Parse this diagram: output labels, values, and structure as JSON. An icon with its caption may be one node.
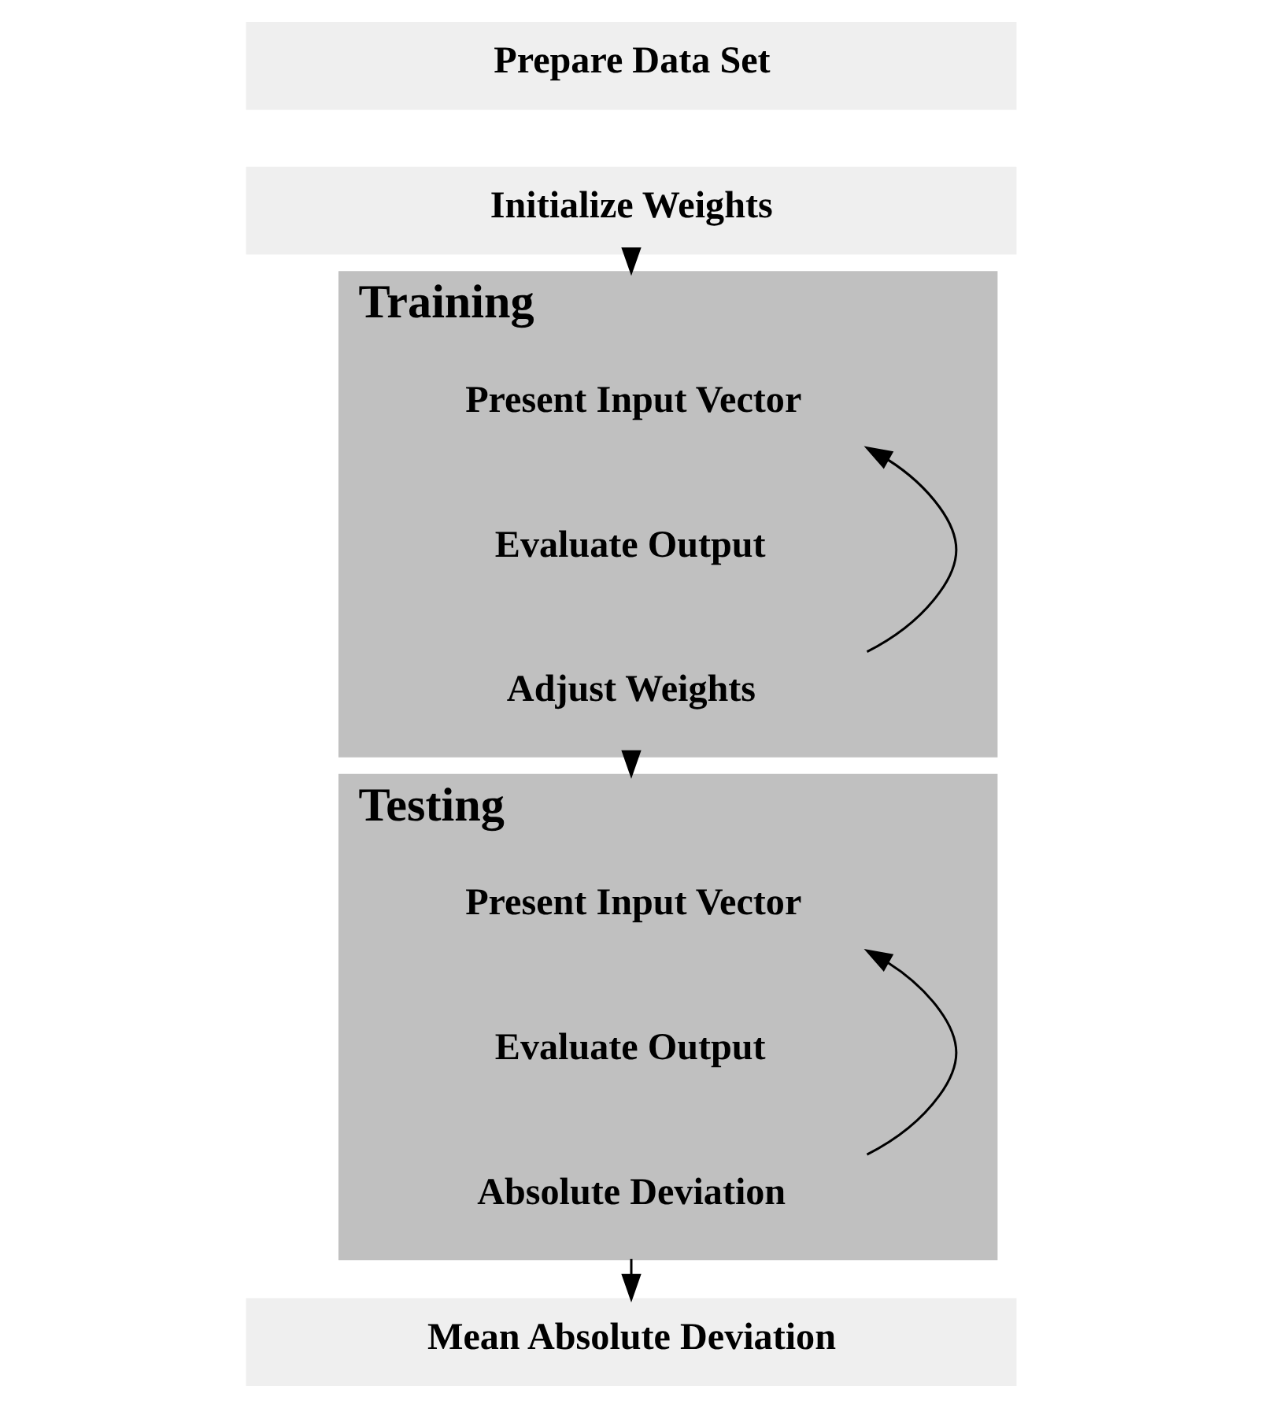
{
  "diagram": {
    "nodes": [
      {
        "text": [
          "Prepare Data Set"
        ]
      },
      {
        "text": [
          "Initialize Weights"
        ]
      },
      {
        "text": [
          "Training"
        ]
      },
      {
        "text": [
          "Present Input Vector"
        ],
        "in": 2
      },
      {
        "text": [
          "Evaluate Output"
        ],
        "in": 2
      },
      {
        "text": [
          "Adjust Weights"
        ],
        "in": 2
      },
      {
        "text": [
          "Testing"
        ]
      },
      {
        "text": [
          "Present Input Vector"
        ],
        "in": 6
      },
      {
        "text": [
          "Evaluate Output"
        ],
        "in": 6
      },
      {
        "text": [
          "Absolute Deviation"
        ],
        "in": 6
      },
      {
        "text": [
          "Mean Absolute Deviation"
        ]
      }
    ],
    "edges": [
      {
        "from": 1,
        "to": 2,
        "arrow": "to"
      },
      {
        "from": 5,
        "to": 3,
        "arrow": "to"
      },
      {
        "from": 2,
        "to": 6,
        "arrow": "to"
      },
      {
        "from": 9,
        "to": 7,
        "arrow": "to"
      },
      {
        "from": 6,
        "to": 10,
        "arrow": "to"
      }
    ]
  }
}
